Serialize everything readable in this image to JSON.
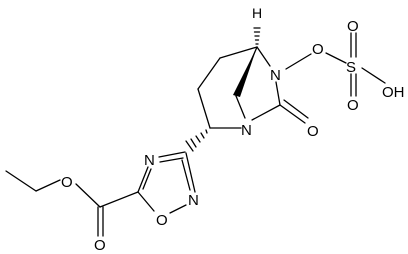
{
  "molecule": {
    "atoms": {
      "h_stereo": "H",
      "n_bridge_right": "N",
      "n_bridge_left": "N",
      "o_link": "O",
      "s_sulfur": "S",
      "o_sulfonyl_top": "O",
      "o_sulfonyl_bottom": "O",
      "oh_group": "OH",
      "o_carbonyl_lactam": "O",
      "n_oxadiazole_3": "N",
      "n_oxadiazole_2": "N",
      "o_oxadiazole_1": "O",
      "o_ester": "O",
      "o_ester_carbonyl": "O"
    }
  }
}
